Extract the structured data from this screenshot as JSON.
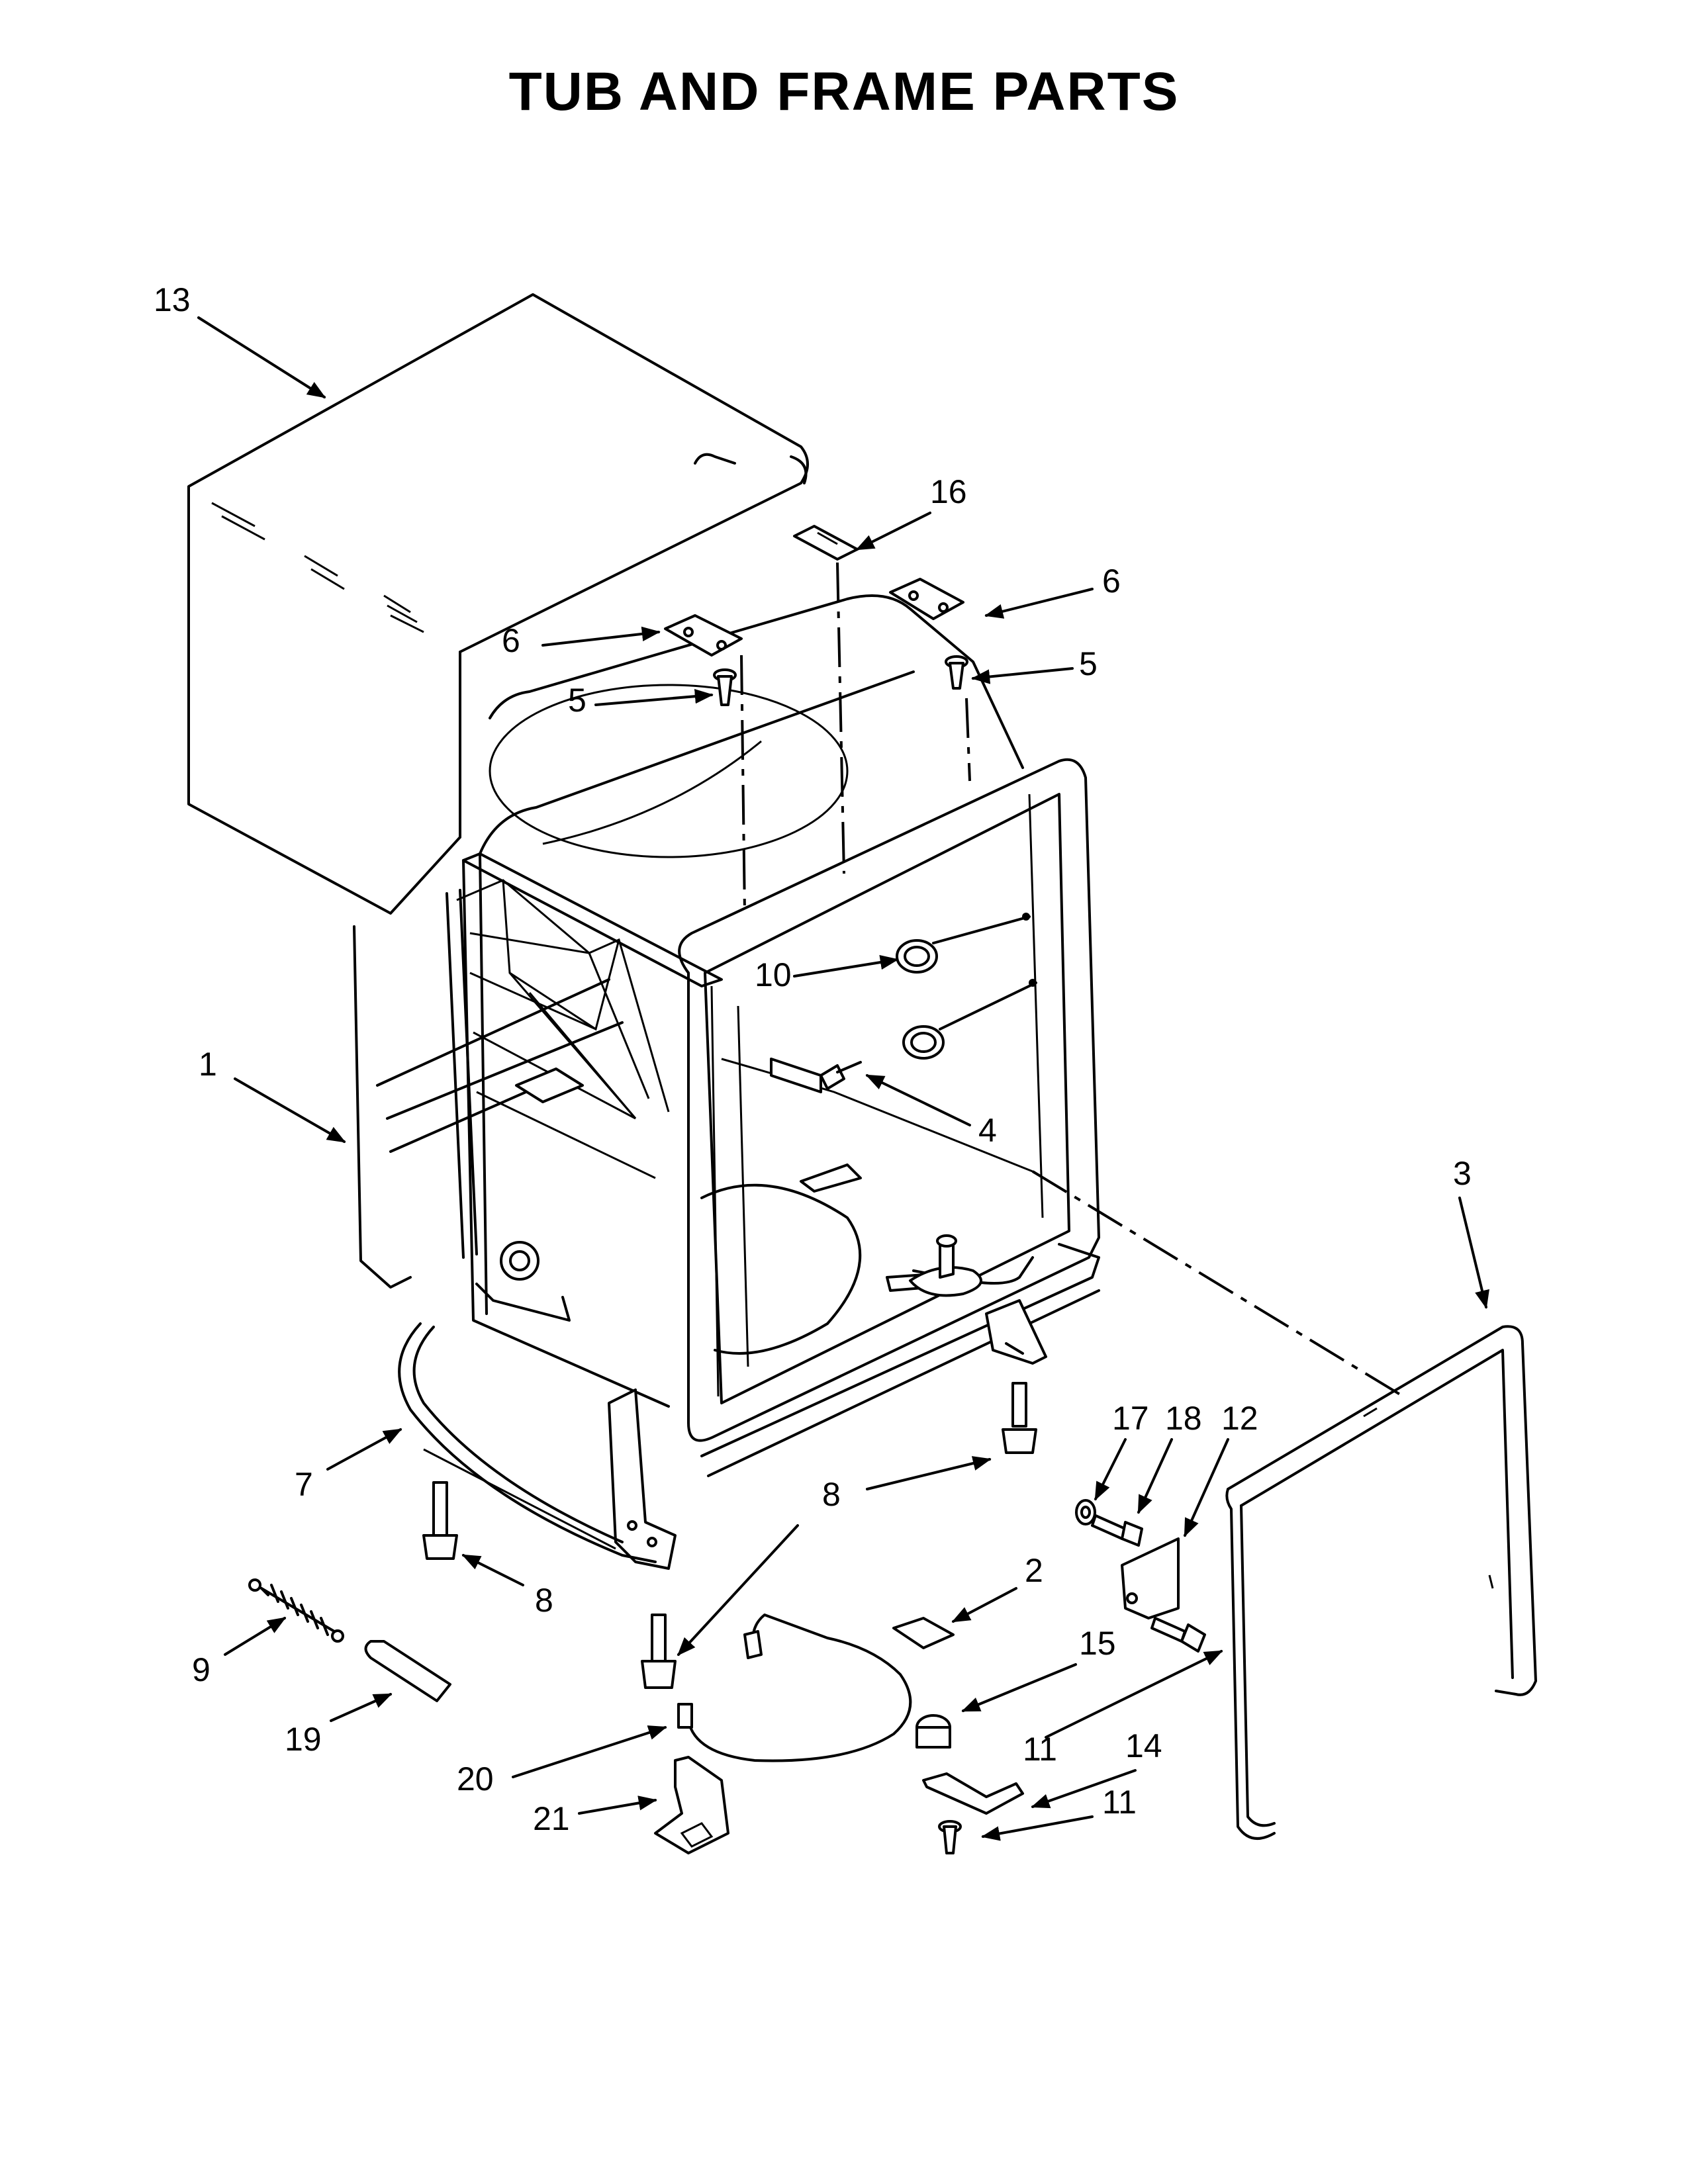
{
  "title": "TUB AND FRAME PARTS",
  "callouts": [
    {
      "id": "c1",
      "label": "1"
    },
    {
      "id": "c2",
      "label": "2"
    },
    {
      "id": "c3",
      "label": "3"
    },
    {
      "id": "c4",
      "label": "4"
    },
    {
      "id": "c5a",
      "label": "5"
    },
    {
      "id": "c5b",
      "label": "5"
    },
    {
      "id": "c6a",
      "label": "6"
    },
    {
      "id": "c6b",
      "label": "6"
    },
    {
      "id": "c7",
      "label": "7"
    },
    {
      "id": "c8a",
      "label": "8"
    },
    {
      "id": "c8b",
      "label": "8"
    },
    {
      "id": "c9",
      "label": "9"
    },
    {
      "id": "c10",
      "label": "10"
    },
    {
      "id": "c11a",
      "label": "11"
    },
    {
      "id": "c11b",
      "label": "11"
    },
    {
      "id": "c12",
      "label": "12"
    },
    {
      "id": "c13",
      "label": "13"
    },
    {
      "id": "c14",
      "label": "14"
    },
    {
      "id": "c15",
      "label": "15"
    },
    {
      "id": "c16",
      "label": "16"
    },
    {
      "id": "c17",
      "label": "17"
    },
    {
      "id": "c18",
      "label": "18"
    },
    {
      "id": "c19",
      "label": "19"
    },
    {
      "id": "c20",
      "label": "20"
    },
    {
      "id": "c21",
      "label": "21"
    }
  ]
}
